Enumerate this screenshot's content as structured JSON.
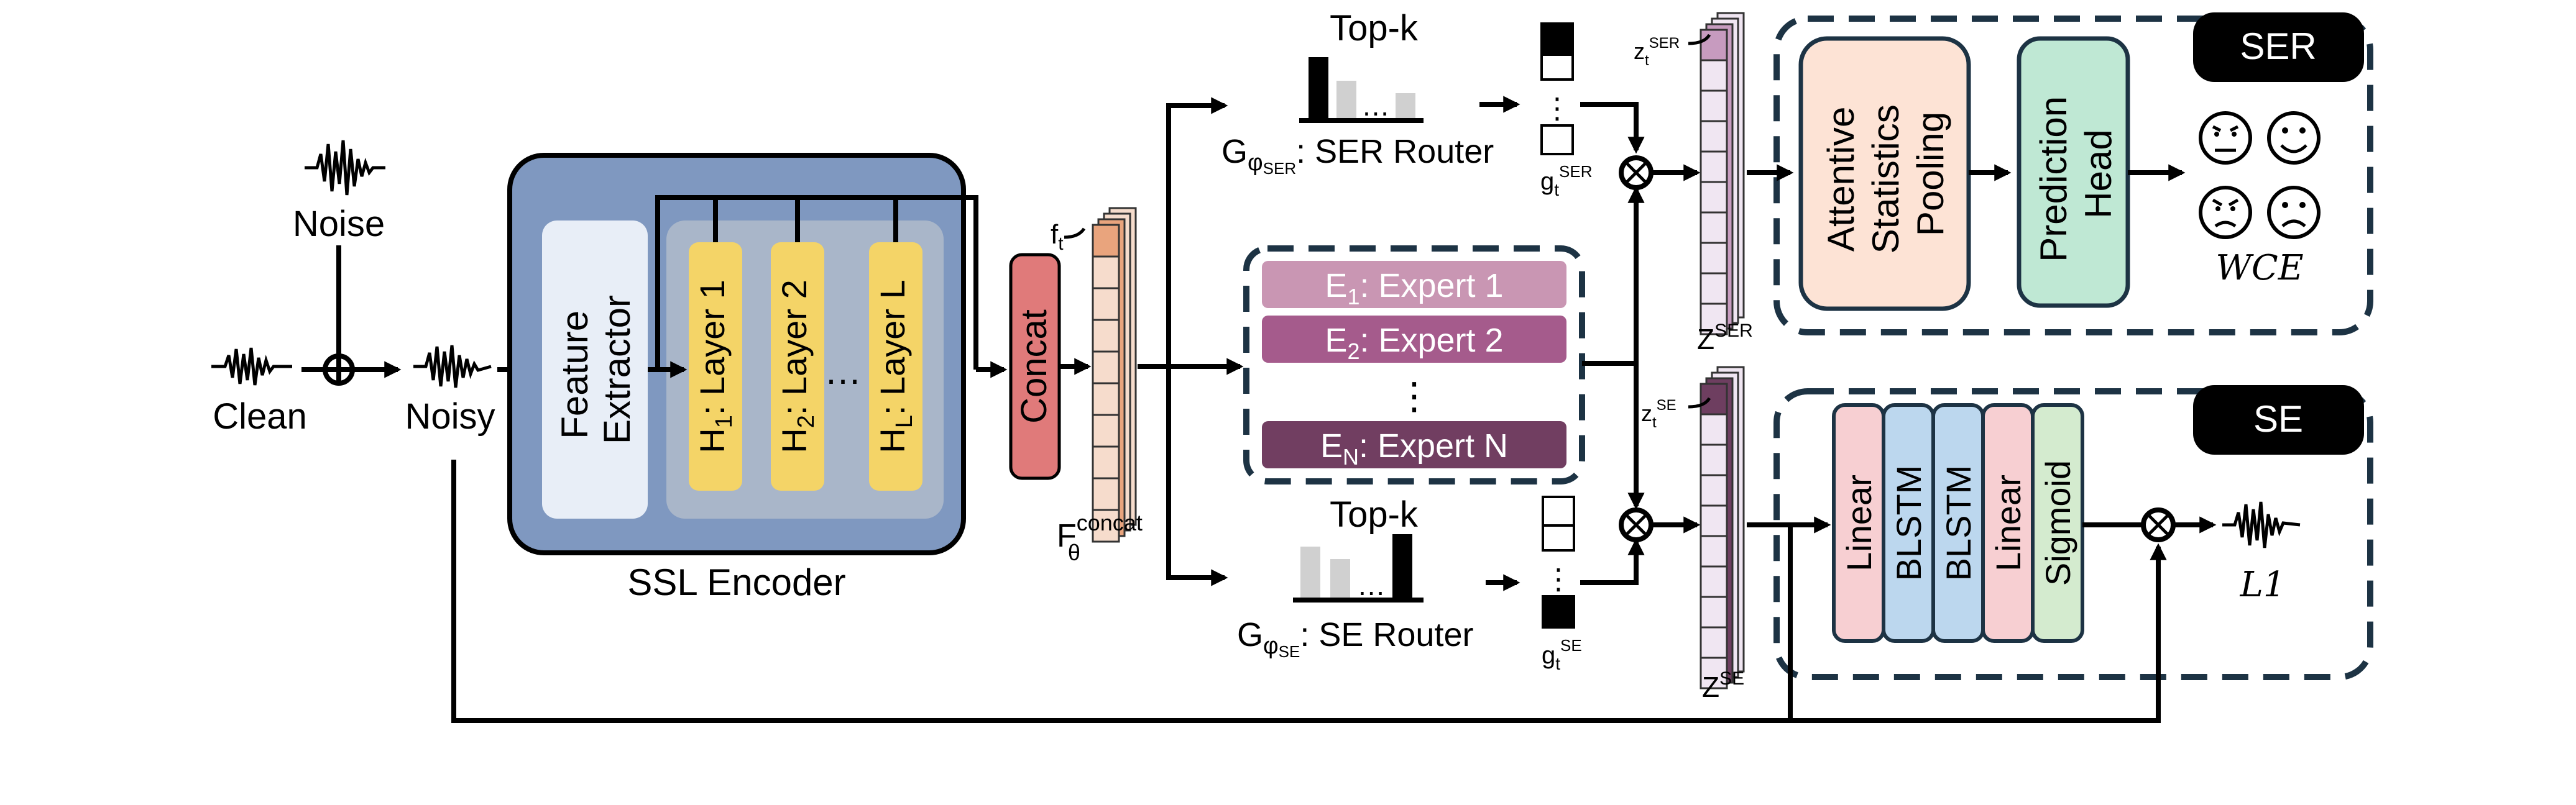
{
  "colors": {
    "ssl_outer": "#7f98c0",
    "ssl_inner": "#a9b6c9",
    "feature_extractor": "#e8eef7",
    "layer": "#f4d467",
    "concat": "#e07a7a",
    "feature_cell": "#f6dccc",
    "feature_top": "#e9a47d",
    "expert1": "#c996b3",
    "expert2": "#a55b8c",
    "expertN": "#713e61",
    "ser_cell": "#f0e6f2",
    "ser_top": "#c79bbf",
    "se_cell": "#f0e6f2",
    "se_top": "#6e3e60",
    "asp_box": "#fde3d5",
    "pred_head": "#bfe8d4",
    "linear": "#f7cfd2",
    "blstm": "#bcd7ee",
    "sigmoid": "#d4ebcf",
    "panel_border": "#1d3344",
    "tag_bg": "#000000"
  },
  "inputs": {
    "noise_label": "Noise",
    "clean_label": "Clean",
    "noisy_label": "Noisy"
  },
  "ssl_encoder": {
    "label": "SSL Encoder",
    "feature_extractor": [
      "Feature",
      "Extractor"
    ],
    "layers": [
      {
        "sym": "H",
        "sub": "1",
        "text": ": Layer 1"
      },
      {
        "sym": "H",
        "sub": "2",
        "text": ": Layer 2"
      },
      {
        "sym": "H",
        "sub": "L",
        "text": ": Layer L"
      }
    ],
    "ellipsis": "…"
  },
  "concat": {
    "label": "Concat",
    "feature_sym": "f",
    "feature_sub": "t",
    "stack_sym": "F",
    "stack_sub": "θ",
    "stack_sup": "concat"
  },
  "routers": {
    "ser": {
      "title": "Top-k",
      "sym": "G",
      "sub": "φ",
      "subsub": "SER",
      "text": ": SER Router",
      "gate_sym": "g",
      "gate_sub": "t",
      "gate_sup": "SER"
    },
    "se": {
      "title": "Top-k",
      "sym": "G",
      "sub": "φ",
      "subsub": "SE",
      "text": ": SE Router",
      "gate_sym": "g",
      "gate_sub": "t",
      "gate_sup": "SE"
    },
    "ellipsis": "…"
  },
  "experts": [
    {
      "sym": "E",
      "sub": "1",
      "text": ": Expert 1"
    },
    {
      "sym": "E",
      "sub": "2",
      "text": ": Expert 2"
    },
    {
      "sym": "E",
      "sub": "N",
      "text": ": Expert N"
    }
  ],
  "experts_ellipsis": "⋮",
  "outputs": {
    "ser_z_sym": "Z",
    "ser_z_sup": "SER",
    "ser_zt_sym": "z",
    "ser_zt_sub": "t",
    "ser_zt_sup": "SER",
    "se_z_sym": "Z",
    "se_z_sup": "SE",
    "se_zt_sym": "z",
    "se_zt_sub": "t",
    "se_zt_sup": "SE"
  },
  "ser_head": {
    "tag": "SER",
    "asp": [
      "Attentive",
      "Statistics",
      "Pooling"
    ],
    "pred": [
      "Prediction",
      "Head"
    ],
    "loss": "WCE"
  },
  "se_head": {
    "tag": "SE",
    "blocks": [
      "Linear",
      "BLSTM",
      "BLSTM",
      "Linear",
      "Sigmoid"
    ],
    "loss": "L1"
  }
}
